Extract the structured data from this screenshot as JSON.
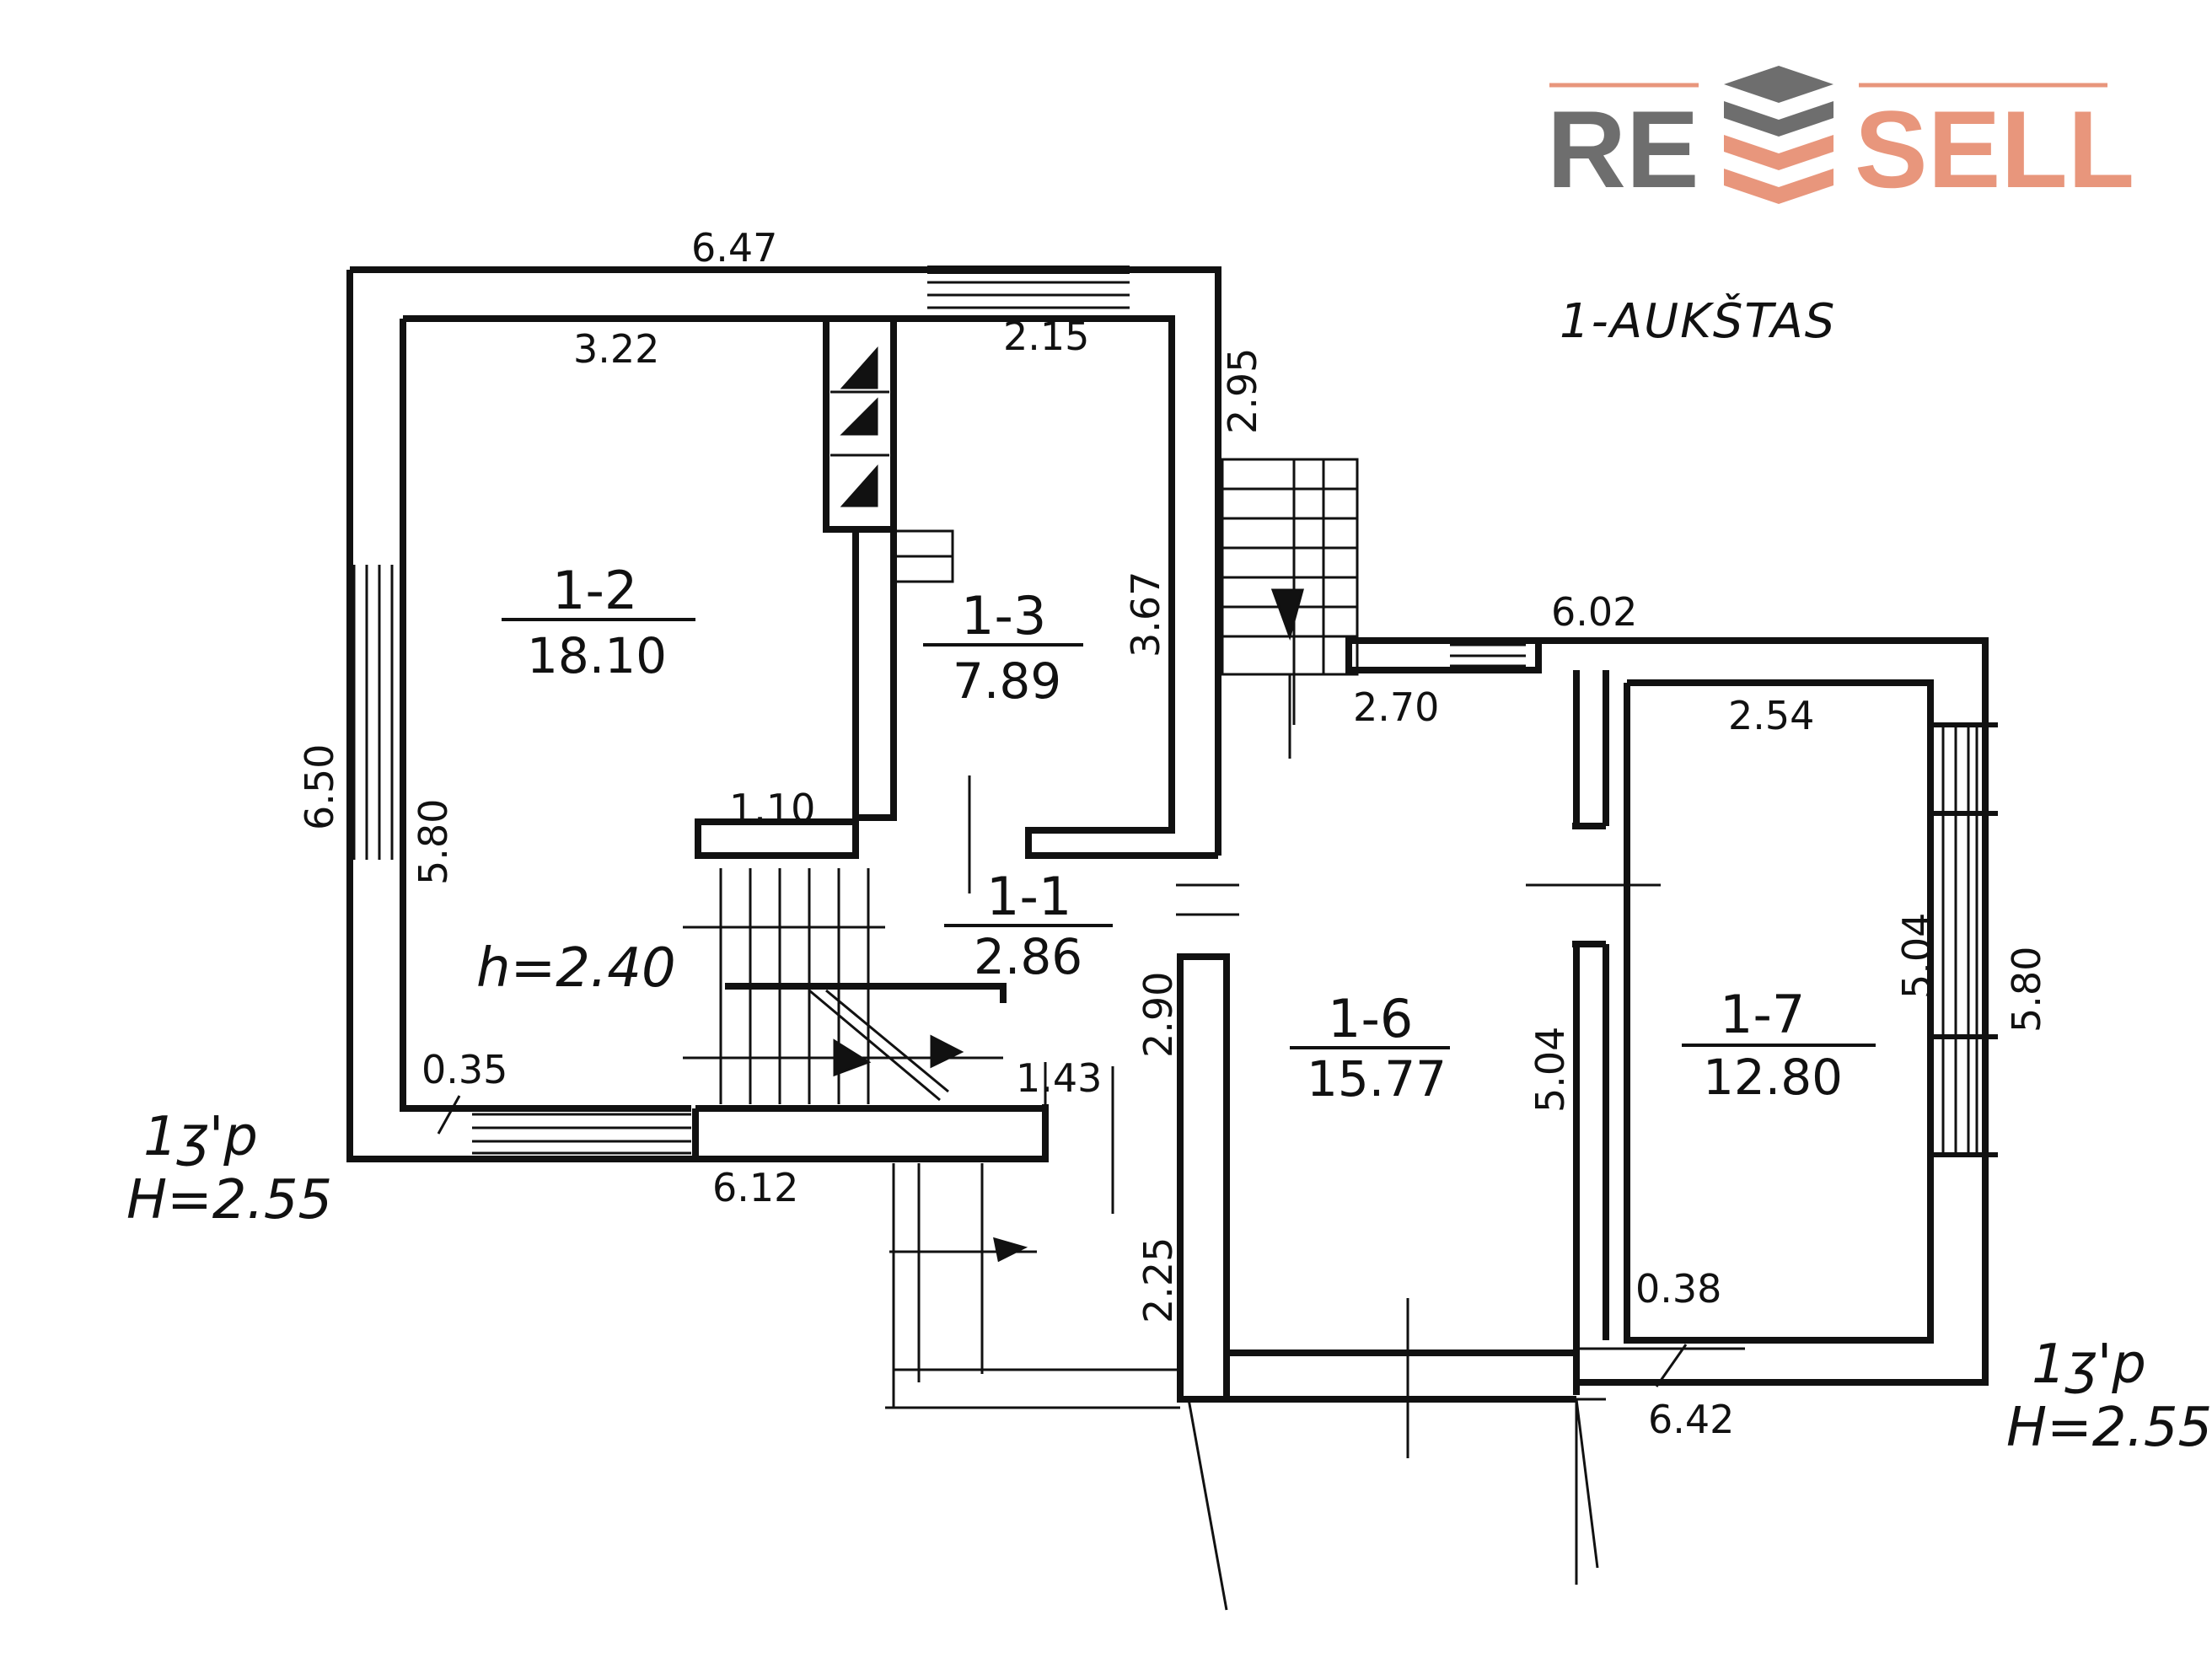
{
  "logo": {
    "part1": "RE",
    "part2": "SELL",
    "color_dark": "#6e6e6e",
    "color_accent": "#e8967c"
  },
  "floor_title": "1-AUKŠTAS",
  "rooms": [
    {
      "id": "1-2",
      "area": "18.10"
    },
    {
      "id": "1-3",
      "area": "7.89"
    },
    {
      "id": "1-1",
      "area": "2.86"
    },
    {
      "id": "1-6",
      "area": "15.77"
    },
    {
      "id": "1-7",
      "area": "12.80"
    }
  ],
  "dimensions": {
    "d647": "6.47",
    "d322": "3.22",
    "d215": "2.15",
    "d295": "2.95",
    "d367": "3.67",
    "d602": "6.02",
    "d270": "2.70",
    "d254": "2.54",
    "d650": "6.50",
    "d580a": "5.80",
    "d110": "1.10",
    "d035": "0.35",
    "d612": "6.12",
    "d290": "2.90",
    "d143": "1.43",
    "d225": "2.25",
    "d504a": "5.04",
    "d504b": "5.04",
    "d580b": "5.80",
    "d038": "0.38",
    "d642": "6.42"
  },
  "room_height": "h=2.40",
  "notes_left": {
    "line1": "1ʒ'p",
    "line2": "H=2.55"
  },
  "notes_right": {
    "line1": "1ʒ'p",
    "line2": "H=2.55"
  }
}
